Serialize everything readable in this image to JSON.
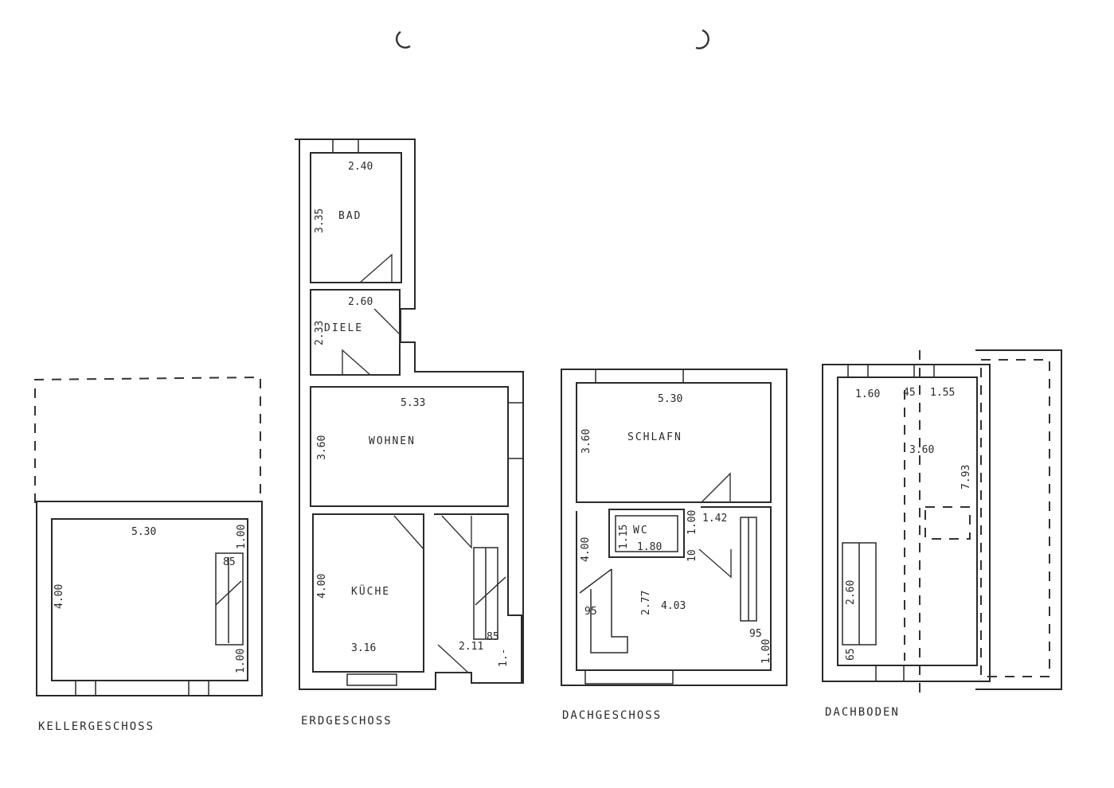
{
  "floors": {
    "keller": {
      "label": "KELLERGESCHOSS",
      "dims": {
        "width": "5.30",
        "depth": "4.00",
        "top_right": "1.00",
        "stair_w": "85",
        "bottom_right": "1.00"
      }
    },
    "erdgeschoss": {
      "label": "ERDGESCHOSS",
      "rooms": {
        "bad": "BAD",
        "diele": "DIELE",
        "wohnen": "WOHNEN",
        "kueche": "KÜCHE"
      },
      "dims": {
        "bad_w": "2.40",
        "bad_h": "3.35",
        "diele_w": "2.60",
        "diele_h": "2.33",
        "wohnen_w": "5.33",
        "wohnen_h": "3.60",
        "kueche_h": "4.00",
        "kueche_w": "3.16",
        "flur_w": "2.11",
        "stair_w": "85",
        "small": "1.-"
      }
    },
    "dachgeschoss": {
      "label": "DACHGESCHOSS",
      "rooms": {
        "schlafen": "SCHLAFN",
        "wc": "WC"
      },
      "dims": {
        "schlafen_w": "5.30",
        "schlafen_h": "3.60",
        "wc_h": "1.15",
        "wc_w": "1.80",
        "flur_w": "1.42",
        "flur_h": "1.00",
        "small": "10",
        "room2_h": "4.00",
        "room2_d": "2.77",
        "room2_w": "4.03",
        "left_95": "95",
        "right_95": "95",
        "bottom_right": "1.00"
      }
    },
    "dachboden": {
      "label": "DACHBODEN",
      "dims": {
        "left_w": "1.60",
        "mid": "45",
        "right_w": "1.55",
        "depth": "3.60",
        "total": "7.93",
        "stair_h": "2.60",
        "stair_b": "65"
      }
    }
  }
}
